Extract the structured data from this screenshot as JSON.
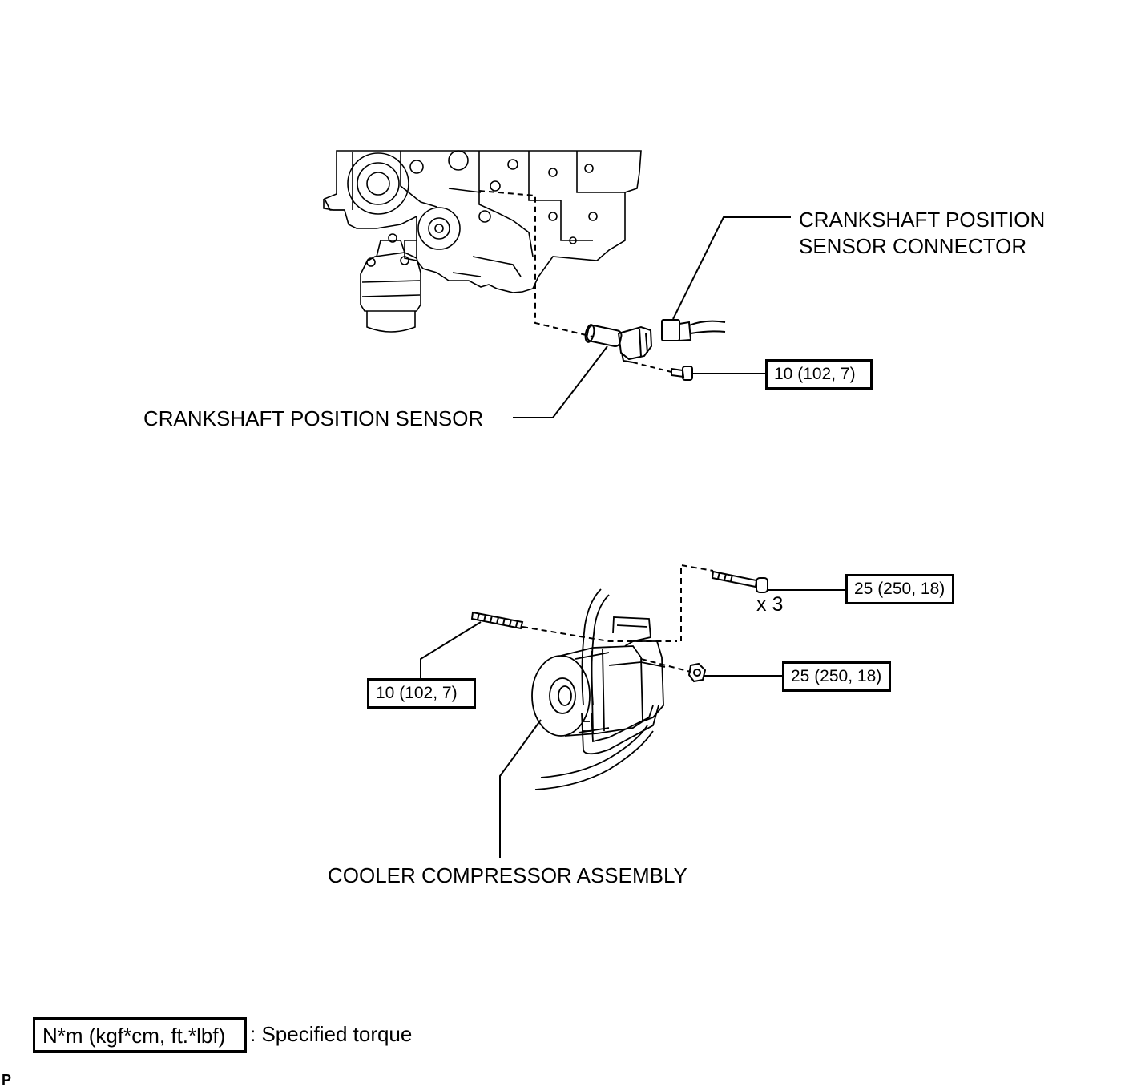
{
  "labels": {
    "ckp_connector_line1": "CRANKSHAFT POSITION",
    "ckp_connector_line2": "SENSOR CONNECTOR",
    "ckp_sensor": "CRANKSHAFT POSITION SENSOR",
    "compressor": "COOLER COMPRESSOR ASSEMBLY"
  },
  "torques": {
    "ckp_bolt": "10 (102, 7)",
    "comp_bolts": "25 (250, 18)",
    "comp_bolts_qty": "x 3",
    "comp_nut": "25 (250, 18)",
    "comp_stud": "10 (102, 7)"
  },
  "legend": {
    "unit": "N*m (kgf*cm, ft.*lbf)",
    "desc": ": Specified torque"
  },
  "corner_mark": "P"
}
